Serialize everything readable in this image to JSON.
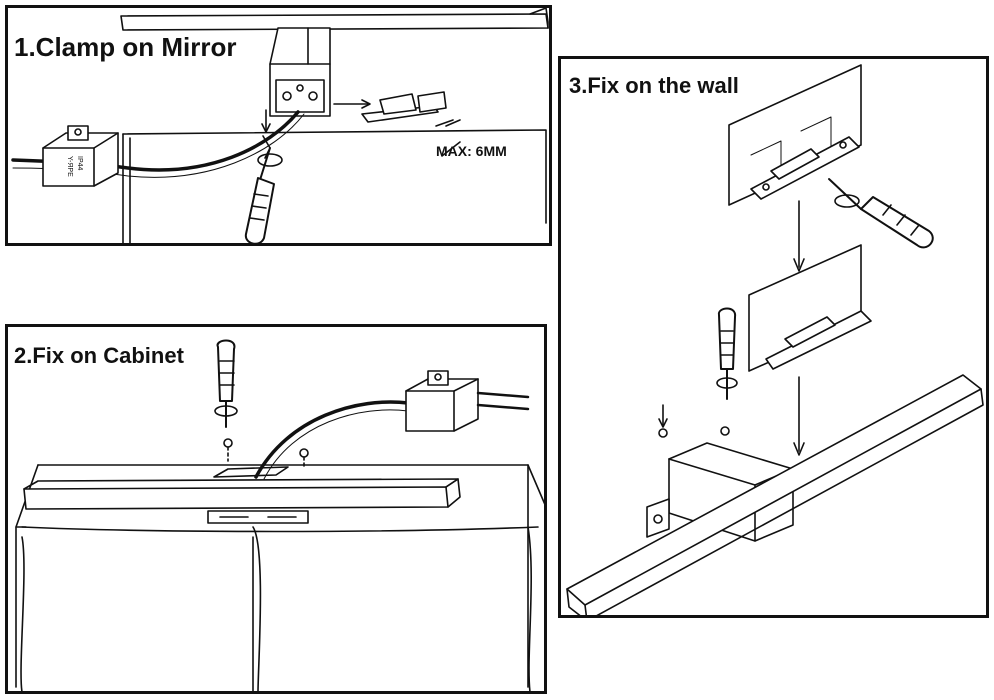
{
  "steps": [
    {
      "title": "1.Clamp on Mirror",
      "note": "MAX: 6MM"
    },
    {
      "title": "2.Fix on Cabinet"
    },
    {
      "title": "3.Fix on the wall"
    }
  ],
  "driver_label": {
    "brand": "IP44",
    "line1": "Y-ЯPE",
    "line2": "IP44"
  },
  "colors": {
    "line": "#111111",
    "fill": "#ffffff",
    "shade": "#d9d9d9"
  }
}
